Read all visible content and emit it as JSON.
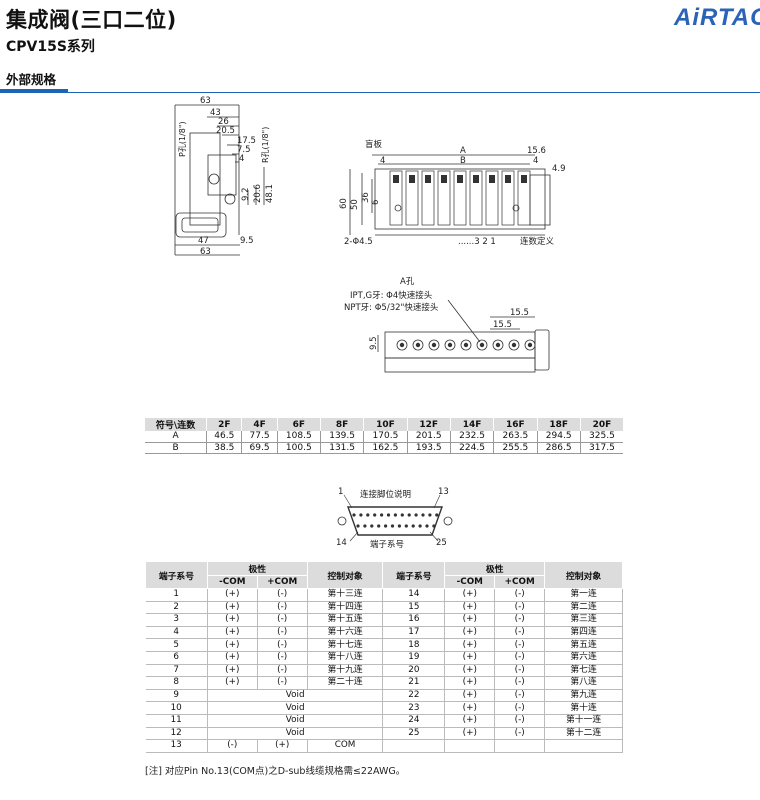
{
  "header": {
    "title": "集成阀(三口二位)",
    "subtitle": "CPV15S系列",
    "logo": "AiRTAC",
    "section": "外部规格"
  },
  "drawing_side": {
    "dims": [
      "63",
      "43",
      "26",
      "20.5",
      "17.5",
      "7.5",
      "4",
      "9.2",
      "20.6",
      "48.1",
      "47",
      "9.5",
      "63"
    ],
    "port_p": "P孔(1/8\")",
    "port_r": "R孔(1/8\")"
  },
  "drawing_front": {
    "blind": "盲板",
    "a": "A",
    "b": "B",
    "dims": [
      "4",
      "15.6",
      "4",
      "4.9",
      "50",
      "36",
      "60",
      "6"
    ],
    "hole": "2-Φ4.5",
    "station_nums": "......3   2   1",
    "station_def": "连数定义"
  },
  "drawing_top": {
    "a_hole": "A孔",
    "ipt": "IPT,G牙:  Φ4快速接头",
    "npt": "NPT牙:   Φ5/32\"快速接头",
    "d1": "15.5",
    "d2": "15.5",
    "d3": "9.5"
  },
  "spec_table": {
    "headers": [
      "符号\\连数",
      "2F",
      "4F",
      "6F",
      "8F",
      "10F",
      "12F",
      "14F",
      "16F",
      "18F",
      "20F"
    ],
    "rows": [
      [
        "A",
        "46.5",
        "77.5",
        "108.5",
        "139.5",
        "170.5",
        "201.5",
        "232.5",
        "263.5",
        "294.5",
        "325.5"
      ],
      [
        "B",
        "38.5",
        "69.5",
        "100.5",
        "131.5",
        "162.5",
        "193.5",
        "224.5",
        "255.5",
        "286.5",
        "317.5"
      ]
    ]
  },
  "connector": {
    "title": "连接脚位说明",
    "pin1": "1",
    "pin13": "13",
    "pin14": "14",
    "pin25": "25",
    "label": "端子系号"
  },
  "pin_table": {
    "h_terminal": "端子系号",
    "h_polarity": "极性",
    "h_minus": "-COM",
    "h_plus": "+COM",
    "h_target": "控制对象",
    "left": [
      [
        "1",
        "(+)",
        "(-)",
        "第十三连"
      ],
      [
        "2",
        "(+)",
        "(-)",
        "第十四连"
      ],
      [
        "3",
        "(+)",
        "(-)",
        "第十五连"
      ],
      [
        "4",
        "(+)",
        "(-)",
        "第十六连"
      ],
      [
        "5",
        "(+)",
        "(-)",
        "第十七连"
      ],
      [
        "6",
        "(+)",
        "(-)",
        "第十八连"
      ],
      [
        "7",
        "(+)",
        "(-)",
        "第十九连"
      ],
      [
        "8",
        "(+)",
        "(-)",
        "第二十连"
      ],
      [
        "9",
        "Void"
      ],
      [
        "10",
        "Void"
      ],
      [
        "11",
        "Void"
      ],
      [
        "12",
        "Void"
      ],
      [
        "13",
        "(-)",
        "(+)",
        "COM"
      ]
    ],
    "right": [
      [
        "14",
        "(+)",
        "(-)",
        "第一连"
      ],
      [
        "15",
        "(+)",
        "(-)",
        "第二连"
      ],
      [
        "16",
        "(+)",
        "(-)",
        "第三连"
      ],
      [
        "17",
        "(+)",
        "(-)",
        "第四连"
      ],
      [
        "18",
        "(+)",
        "(-)",
        "第五连"
      ],
      [
        "19",
        "(+)",
        "(-)",
        "第六连"
      ],
      [
        "20",
        "(+)",
        "(-)",
        "第七连"
      ],
      [
        "21",
        "(+)",
        "(-)",
        "第八连"
      ],
      [
        "22",
        "(+)",
        "(-)",
        "第九连"
      ],
      [
        "23",
        "(+)",
        "(-)",
        "第十连"
      ],
      [
        "24",
        "(+)",
        "(-)",
        "第十一连"
      ],
      [
        "25",
        "(+)",
        "(-)",
        "第十二连"
      ]
    ]
  },
  "note": "[注] 对应Pin No.13(COM点)之D-sub线缆规格需≤22AWG。"
}
